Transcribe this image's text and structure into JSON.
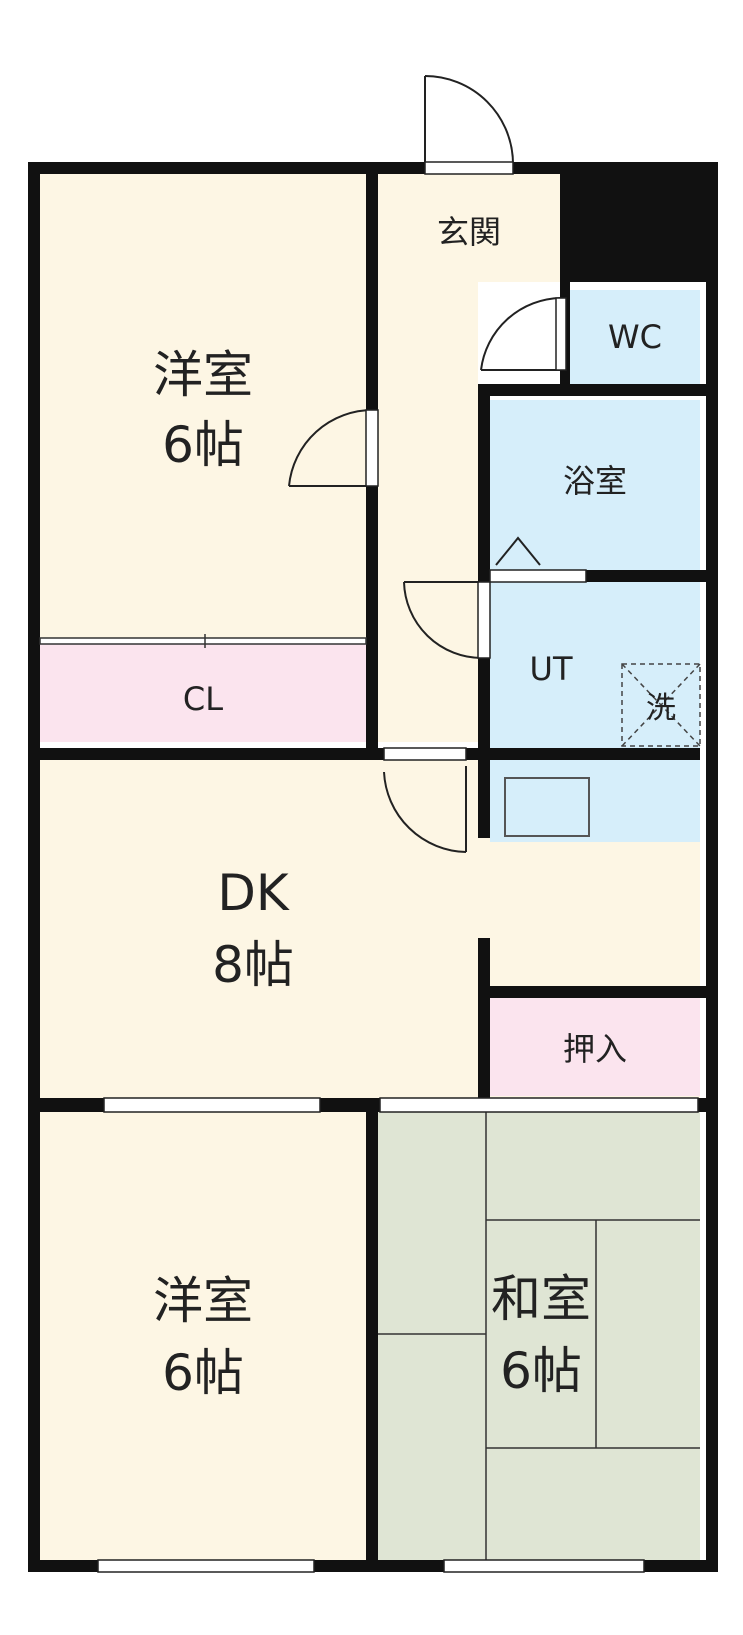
{
  "colors": {
    "floor": "#fdf6e4",
    "closet": "#fbe4ee",
    "wet": "#d6eefa",
    "tatami": "#dfe5d4",
    "wall": "#111111"
  },
  "rooms": {
    "western_top": {
      "name": "洋室",
      "size": "6帖"
    },
    "closet_cl": {
      "name": "CL"
    },
    "genkan": {
      "name": "玄関"
    },
    "wc": {
      "name": "WC"
    },
    "bath": {
      "name": "浴室"
    },
    "ut": {
      "name": "UT"
    },
    "washer": {
      "name": "洗"
    },
    "dk": {
      "name": "DK",
      "size": "8帖"
    },
    "oshiire": {
      "name": "押入"
    },
    "western_bottom": {
      "name": "洋室",
      "size": "6帖"
    },
    "japanese": {
      "name": "和室",
      "size": "6帖"
    }
  }
}
